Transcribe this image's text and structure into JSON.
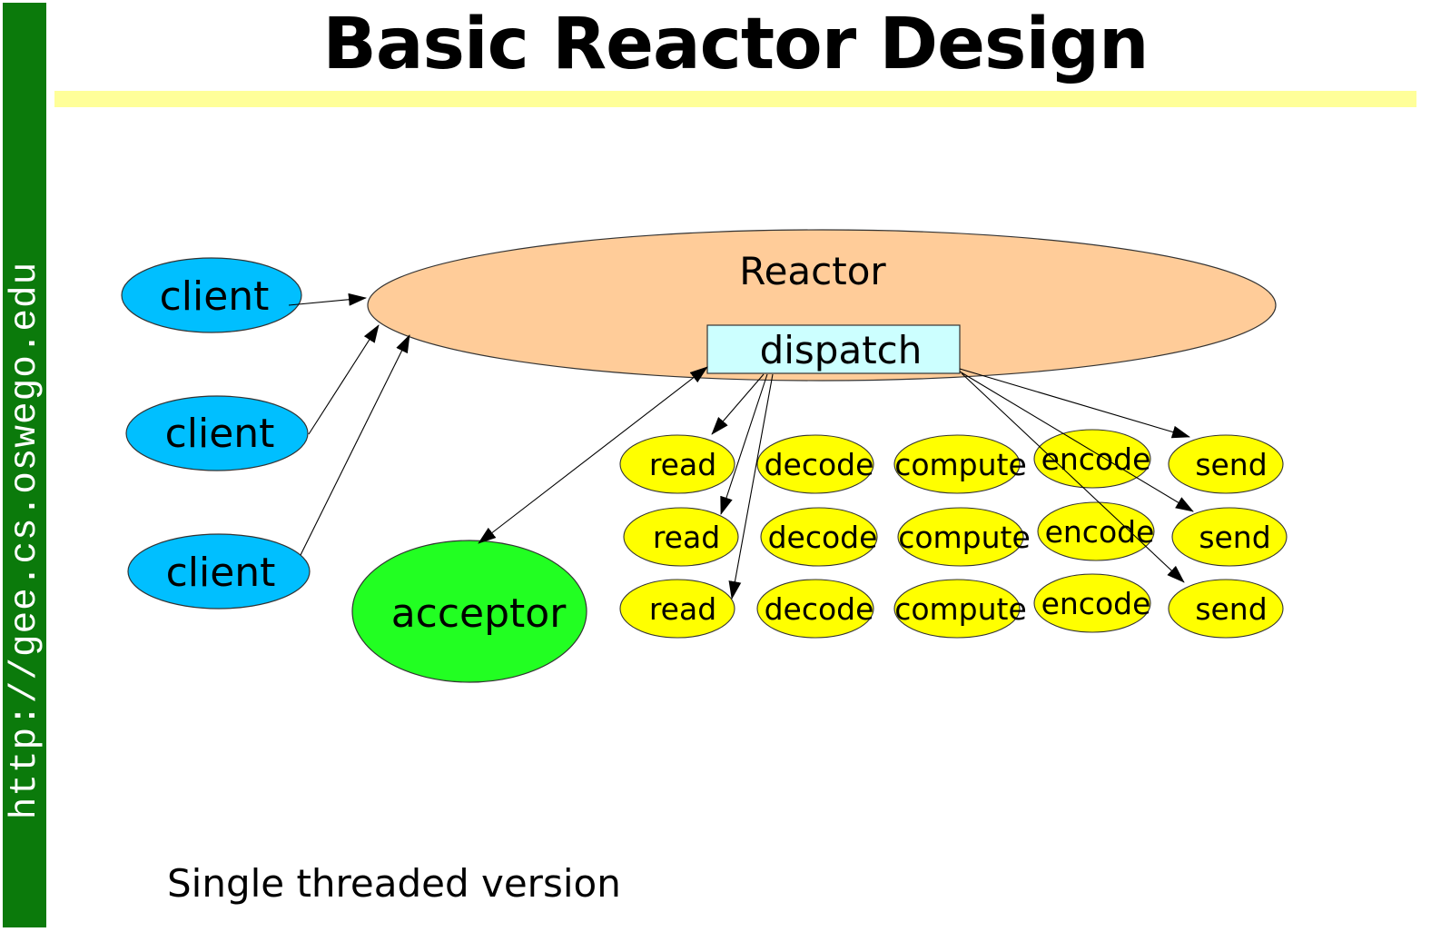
{
  "sidebar": {
    "url_text": "http://gee.cs.oswego.edu"
  },
  "slide": {
    "title": "Basic Reactor Design",
    "caption": "Single threaded version"
  },
  "colors": {
    "sidebar_green": "#0b7a0b",
    "title_underline": "#ffff99",
    "reactor_fill": "#ffcc99",
    "dispatch_fill": "#ccffff",
    "client_fill": "#00bfff",
    "acceptor_fill": "#22ff22",
    "handler_fill": "#ffff00"
  },
  "diagram": {
    "reactor": {
      "label": "Reactor"
    },
    "dispatch": {
      "label": "dispatch"
    },
    "acceptor": {
      "label": "acceptor"
    },
    "clients": [
      {
        "label": "client"
      },
      {
        "label": "client"
      },
      {
        "label": "client"
      }
    ],
    "handler_columns": [
      "read",
      "decode",
      "compute",
      "encode",
      "send"
    ],
    "handler_rows": [
      {
        "read": "read",
        "decode": "decode",
        "compute": "compute",
        "encode": "encode",
        "send": "send"
      },
      {
        "read": "read",
        "decode": "decode",
        "compute": "compute",
        "encode": "encode",
        "send": "send"
      },
      {
        "read": "read",
        "decode": "decode",
        "compute": "compute",
        "encode": "encode",
        "send": "send"
      }
    ],
    "edges": [
      {
        "from": "client-1",
        "to": "reactor"
      },
      {
        "from": "client-2",
        "to": "reactor"
      },
      {
        "from": "client-3",
        "to": "reactor"
      },
      {
        "from": "dispatch",
        "to": "acceptor",
        "bidirectional": true
      },
      {
        "from": "dispatch",
        "to": "read-1"
      },
      {
        "from": "dispatch",
        "to": "read-2"
      },
      {
        "from": "dispatch",
        "to": "read-3"
      },
      {
        "from": "dispatch",
        "to": "send-1"
      },
      {
        "from": "dispatch",
        "to": "send-2"
      },
      {
        "from": "dispatch",
        "to": "send-3"
      }
    ]
  }
}
